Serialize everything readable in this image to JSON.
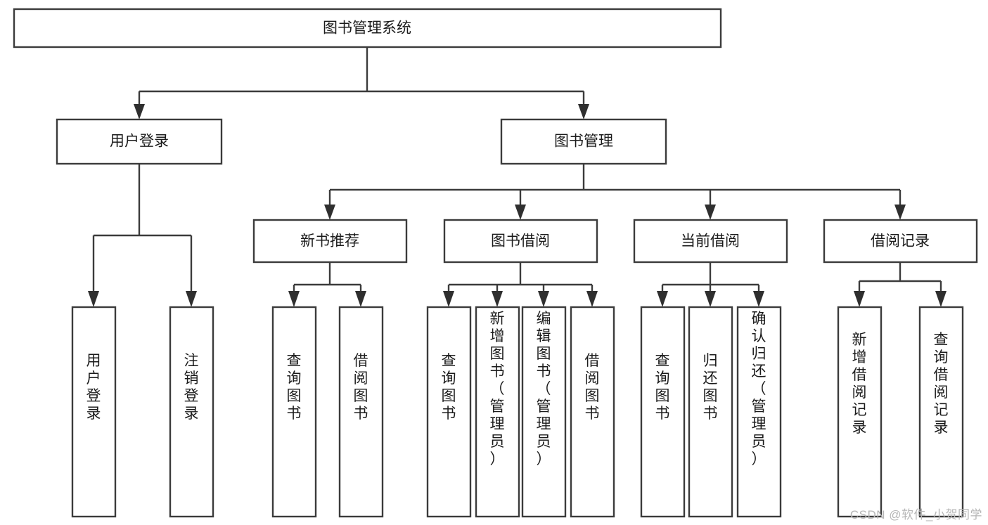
{
  "diagram": {
    "title": "图书管理系统",
    "type": "hierarchy-tree",
    "root": {
      "id": "root",
      "label": "图书管理系统",
      "orientation": "horizontal"
    },
    "level2": [
      {
        "id": "user-login",
        "label": "用户登录",
        "orientation": "horizontal"
      },
      {
        "id": "book-management",
        "label": "图书管理",
        "orientation": "horizontal"
      }
    ],
    "level3": [
      {
        "id": "new-book-recommend",
        "label": "新书推荐",
        "orientation": "horizontal",
        "parent": "book-management"
      },
      {
        "id": "book-borrow",
        "label": "图书借阅",
        "orientation": "horizontal",
        "parent": "book-management"
      },
      {
        "id": "current-borrow",
        "label": "当前借阅",
        "orientation": "horizontal",
        "parent": "book-management"
      },
      {
        "id": "borrow-record",
        "label": "借阅记录",
        "orientation": "horizontal",
        "parent": "book-management"
      }
    ],
    "leaves": [
      {
        "id": "leaf-user-login",
        "label": "用户登录",
        "orientation": "vertical",
        "parent": "user-login"
      },
      {
        "id": "leaf-logout-login",
        "label": "注销登录",
        "orientation": "vertical",
        "parent": "user-login"
      },
      {
        "id": "leaf-query-book-1",
        "label": "查询图书",
        "orientation": "vertical",
        "parent": "new-book-recommend"
      },
      {
        "id": "leaf-borrow-book-1",
        "label": "借阅图书",
        "orientation": "vertical",
        "parent": "new-book-recommend"
      },
      {
        "id": "leaf-query-book-2",
        "label": "查询图书",
        "orientation": "vertical",
        "parent": "book-borrow"
      },
      {
        "id": "leaf-add-book",
        "label": "新增图书（管理员）",
        "orientation": "vertical",
        "parent": "book-borrow"
      },
      {
        "id": "leaf-edit-book",
        "label": "编辑图书（管理员）",
        "orientation": "vertical",
        "parent": "book-borrow"
      },
      {
        "id": "leaf-borrow-book-2",
        "label": "借阅图书",
        "orientation": "vertical",
        "parent": "book-borrow"
      },
      {
        "id": "leaf-query-book-3",
        "label": "查询图书",
        "orientation": "vertical",
        "parent": "current-borrow"
      },
      {
        "id": "leaf-return-book",
        "label": "归还图书",
        "orientation": "vertical",
        "parent": "current-borrow"
      },
      {
        "id": "leaf-confirm-return",
        "label": "确认归还（管理员）",
        "orientation": "vertical",
        "parent": "current-borrow"
      },
      {
        "id": "leaf-add-record",
        "label": "新增借阅记录",
        "orientation": "vertical",
        "parent": "borrow-record"
      },
      {
        "id": "leaf-query-record",
        "label": "查询借阅记录",
        "orientation": "vertical",
        "parent": "borrow-record"
      }
    ],
    "colors": {
      "box_fill": "#ffffff",
      "box_stroke": "#3b3b3b",
      "connector": "#3b3b3b",
      "text": "#1b1b1b",
      "watermark": "#b6b6b6",
      "background": "#ffffff"
    }
  },
  "watermark": {
    "text": "CSDN @软件_小贺同学"
  }
}
